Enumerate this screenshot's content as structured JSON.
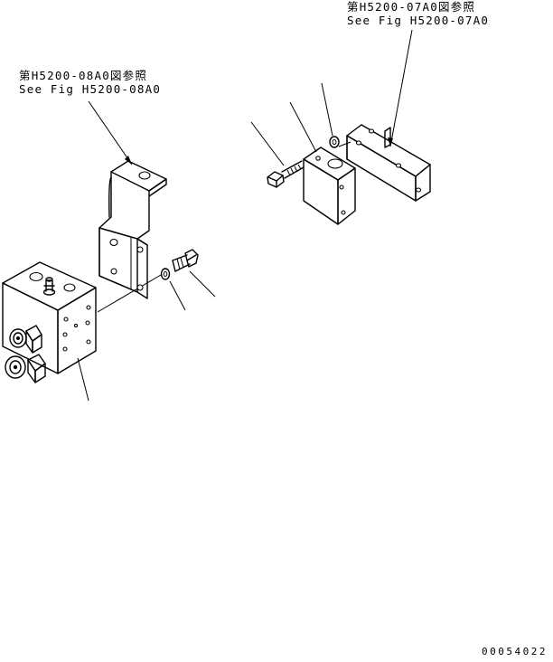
{
  "references": {
    "top_right": {
      "line_jp": "第H5200-07A0図参照",
      "line_en": "See Fig H5200-07A0"
    },
    "left": {
      "line_jp": "第H5200-08A0図参照",
      "line_en": "See Fig H5200-08A0"
    }
  },
  "figure_code": "00054022",
  "parts": [
    "valve-block",
    "bracket",
    "washer",
    "bolt",
    "spacer-block",
    "plate"
  ]
}
